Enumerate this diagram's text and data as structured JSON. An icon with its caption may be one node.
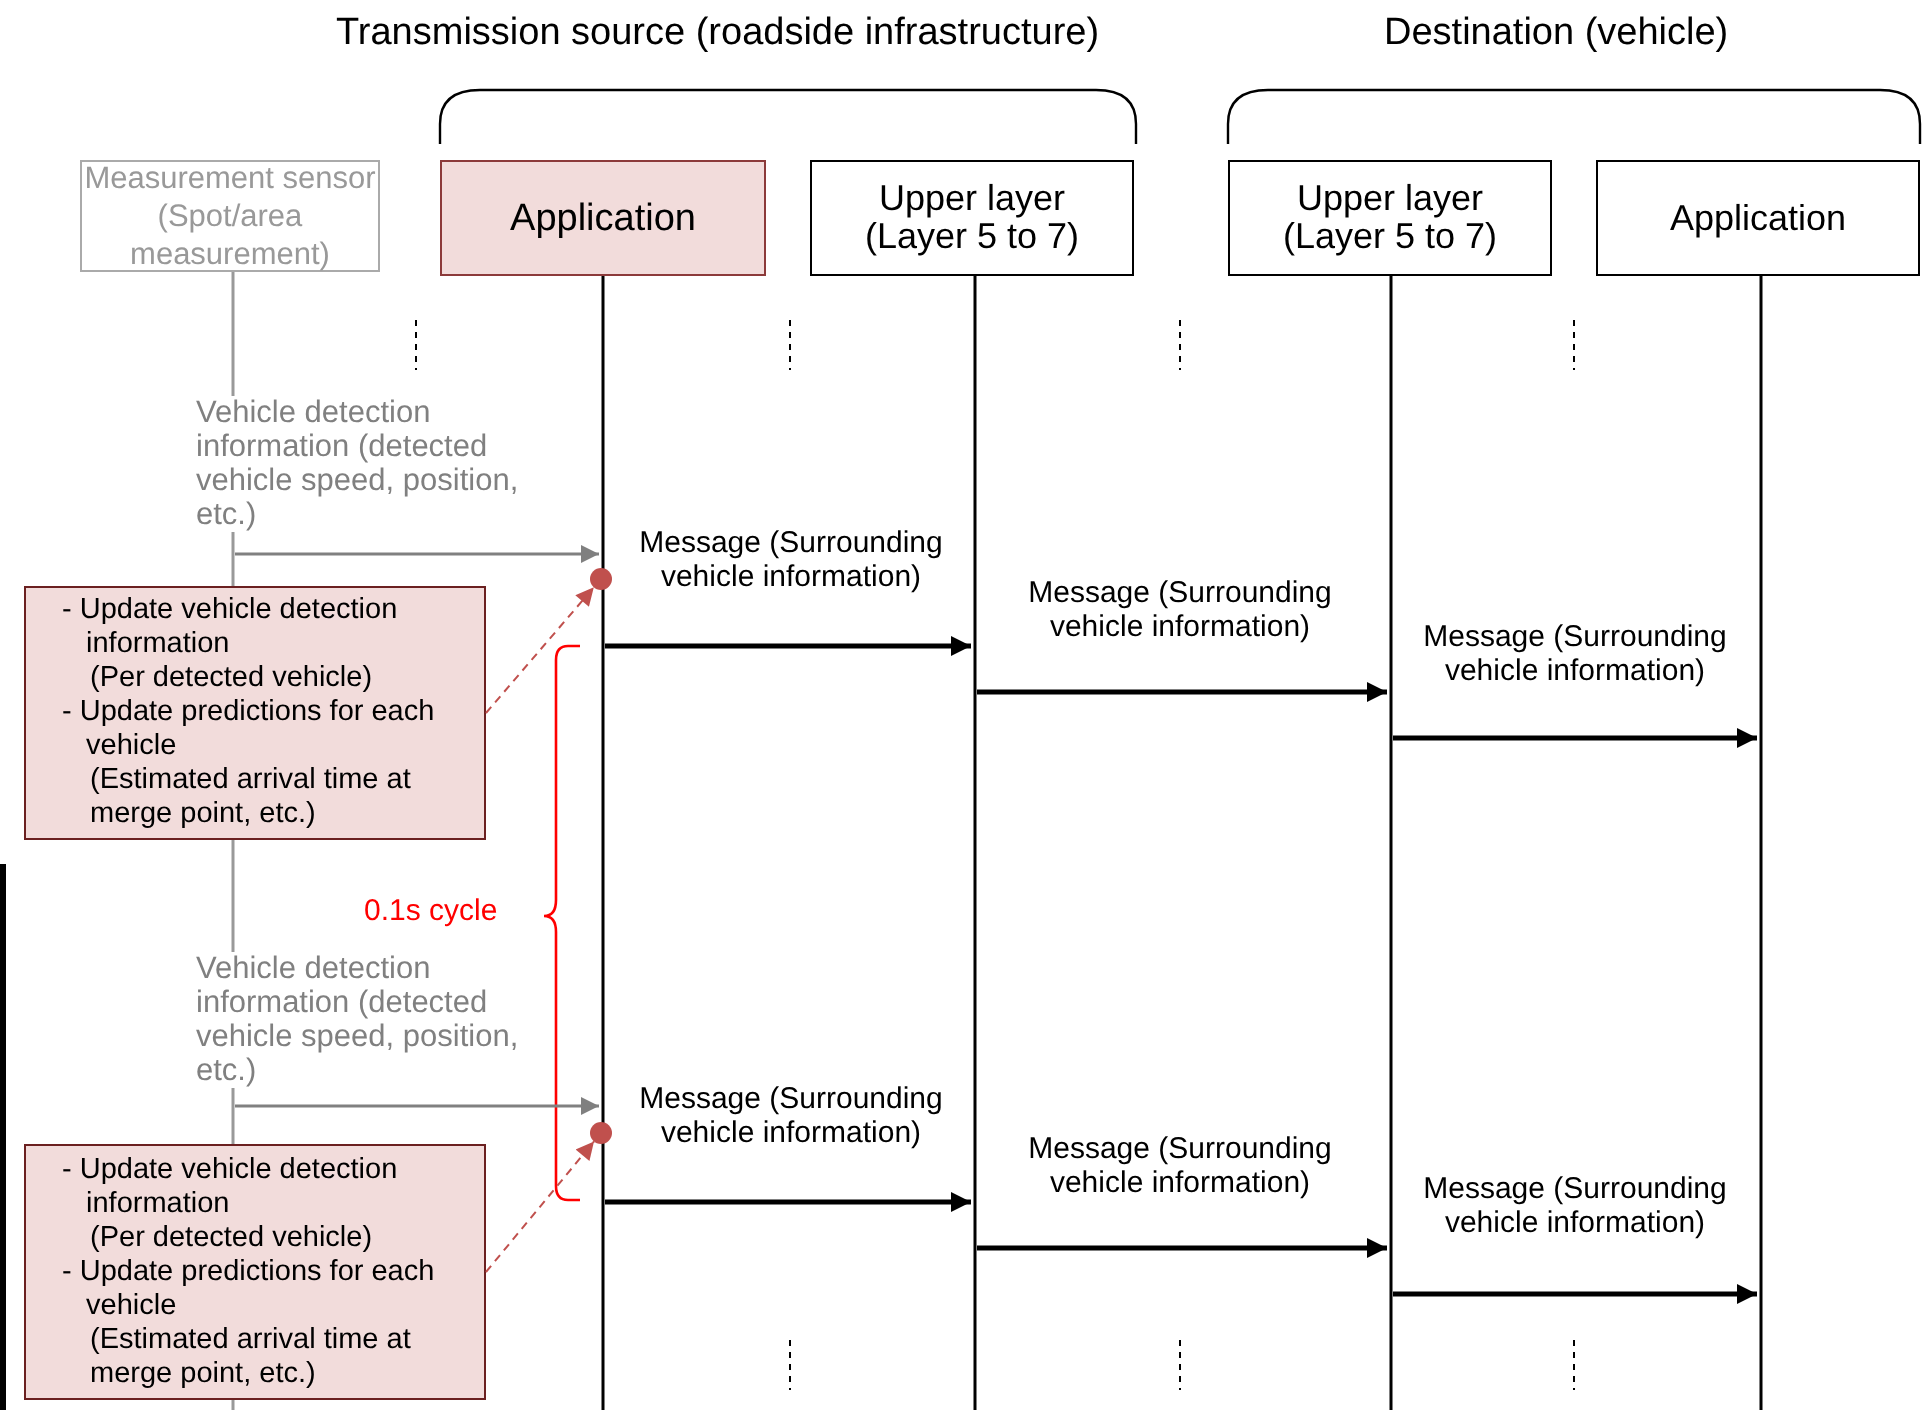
{
  "diagram": {
    "nodes": [
      {
        "text": [
          "Measurement sensor (Spot/area measurement)"
        ]
      },
      {
        "text": [
          "Application"
        ]
      },
      {
        "text": [
          "Upper layer (Layer 5 to 7)"
        ]
      },
      {
        "text": [
          "Upper layer (Layer 5 to 7)"
        ]
      },
      {
        "text": [
          "Application"
        ]
      },
      {
        "text": [],
        "shape": "bar"
      },
      {
        "text": [],
        "shape": "bar"
      },
      {
        "text": [],
        "shape": "bar"
      },
      {
        "text": [],
        "shape": "bar"
      },
      {
        "text": [],
        "shape": "bar"
      },
      {
        "text": [],
        "shape": "circle"
      },
      {
        "text": [
          "- Update vehicle detection information",
          "(Per detected vehicle)",
          "- Update predictions for each vehicle",
          "(Estimated arrival time at merge point, etc.)"
        ]
      },
      {
        "text": [],
        "shape": "circle"
      },
      {
        "text": [
          "- Update vehicle detection information",
          "(Per detected vehicle)",
          "- Update predictions for each vehicle",
          "(Estimated arrival time at merge point, etc.)"
        ]
      }
    ],
    "edges": [
      {
        "from": 5,
        "to": 6,
        "arrow": "to",
        "label": "Vehicle detection information (detected vehicle speed, position, etc.)",
        "color": "#808080"
      },
      {
        "from": 11,
        "to": 10,
        "arrow": "to",
        "style": "dashed",
        "color": "#c0504d"
      },
      {
        "from": 6,
        "to": 7,
        "arrow": "to",
        "label": "Message (Surrounding vehicle information)"
      },
      {
        "from": 7,
        "to": 8,
        "arrow": "to",
        "label": "Message (Surrounding vehicle information)"
      },
      {
        "from": 8,
        "to": 9,
        "arrow": "to",
        "label": "Message (Surrounding vehicle information)"
      },
      {
        "from": 5,
        "to": 6,
        "arrow": "to",
        "label": "Vehicle detection information (detected vehicle speed, position, etc.)",
        "color": "#808080"
      },
      {
        "from": 13,
        "to": 12,
        "arrow": "to",
        "style": "dashed",
        "color": "#c0504d"
      },
      {
        "from": 6,
        "to": 7,
        "arrow": "to",
        "label": "Message (Surrounding vehicle information)"
      },
      {
        "from": 7,
        "to": 8,
        "arrow": "to",
        "label": "Message (Surrounding vehicle information)"
      },
      {
        "from": 8,
        "to": 9,
        "arrow": "to",
        "label": "Message (Surrounding vehicle information)"
      }
    ],
    "labels": [
      "Transmission source (roadside infrastructure)",
      "Destination (vehicle)",
      "0.1s cycle"
    ]
  }
}
